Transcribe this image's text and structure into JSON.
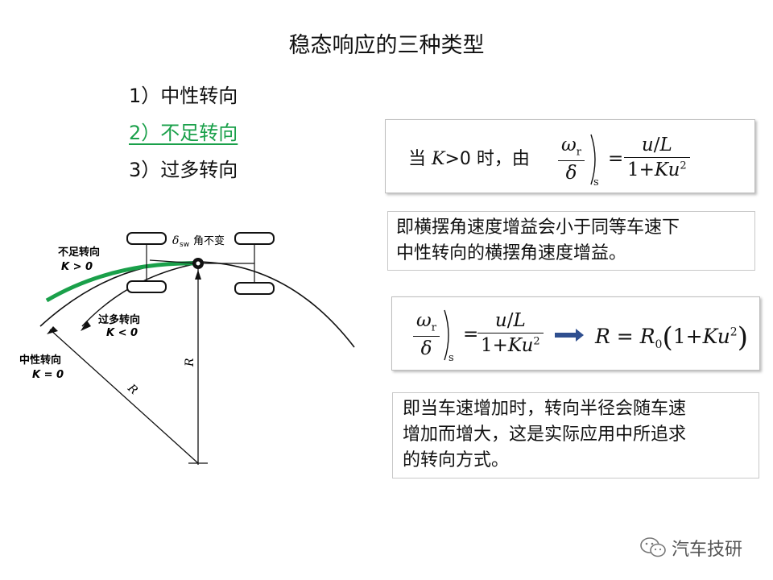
{
  "title": "稳态响应的三种类型",
  "types": [
    {
      "label": "1）中性转向",
      "active": false
    },
    {
      "label": "2）不足转向",
      "active": true
    },
    {
      "label": "3）过多转向",
      "active": false
    }
  ],
  "box1": {
    "prefix": "当 ",
    "k": "K",
    "cond": ">0 时，由",
    "omega": "ω",
    "omega_sub": "r",
    "delta": "δ",
    "sub_s": "s",
    "eq": "=",
    "num_u": "u",
    "slash": "/",
    "num_L": "L",
    "den_1": "1+",
    "den_Ku": "Ku",
    "den_sup": "2"
  },
  "box2": {
    "line1": "即横摆角速度增益会小于同等车速下",
    "line2": "中性转向的横摆角速度增益。"
  },
  "box3": {
    "omega": "ω",
    "omega_sub": "r",
    "delta": "δ",
    "sub_s": "s",
    "eq": "=",
    "num_u": "u",
    "slash": "/",
    "num_L": "L",
    "den_1": "1+",
    "den_Ku": "Ku",
    "den_sup": "2",
    "R": "R",
    "eq2": "=",
    "R0": "R",
    "R0_sub": "0",
    "paren_open": "(",
    "one_plus": "1+",
    "Ku": "Ku",
    "sup2": "2",
    "paren_close": ")"
  },
  "box4": {
    "line1": "即当车速增加时，转向半径会随车速",
    "line2": "增加而增大，这是实际应用中所追求",
    "line3": "的转向方式。"
  },
  "diagram": {
    "understeer_label": "不足转向",
    "understeer_k": "K > 0",
    "oversteer_label": "过多转向",
    "oversteer_k": "K < 0",
    "neutral_label": "中性转向",
    "neutral_k": "K = 0",
    "delta_sym": "δ",
    "delta_sub": "sw",
    "delta_text": "角不变",
    "R_label_1": "R",
    "R_label_2": "R",
    "colors": {
      "understeer": "#1aa04a",
      "line": "#111111"
    }
  },
  "watermark": {
    "text": "汽车技研",
    "icon": "wechat-icon"
  }
}
